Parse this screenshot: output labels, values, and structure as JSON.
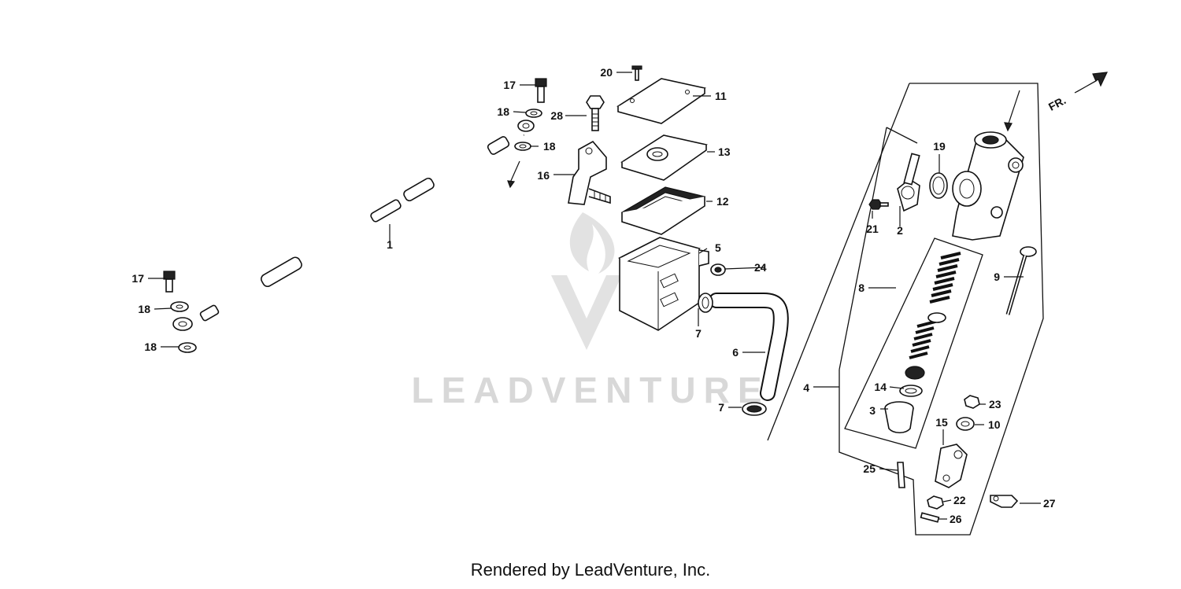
{
  "watermark": {
    "text": "LEADVENTURE"
  },
  "direction_arrow": {
    "label": "FR."
  },
  "footer": {
    "text": "Rendered by LeadVenture, Inc."
  },
  "callouts": {
    "c1": "1",
    "c2": "2",
    "c3": "3",
    "c4": "4",
    "c5": "5",
    "c6": "6",
    "c7a": "7",
    "c7b": "7",
    "c8": "8",
    "c9": "9",
    "c10": "10",
    "c11": "11",
    "c12": "12",
    "c13": "13",
    "c14": "14",
    "c15": "15",
    "c16": "16",
    "c17a": "17",
    "c17b": "17",
    "c18a": "18",
    "c18b": "18",
    "c18c": "18",
    "c18d": "18",
    "c19": "19",
    "c20": "20",
    "c21": "21",
    "c22": "22",
    "c23": "23",
    "c24": "24",
    "c25": "25",
    "c26": "26",
    "c27": "27",
    "c28": "28"
  }
}
